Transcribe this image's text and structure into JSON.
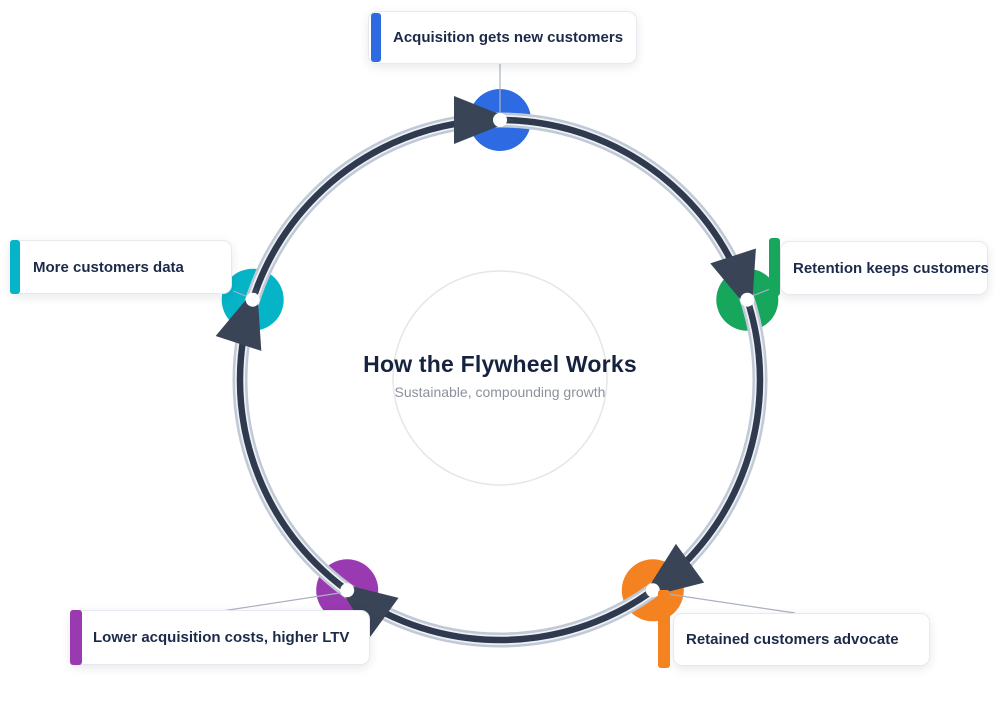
{
  "diagram": {
    "title": "How the Flywheel Works",
    "subtitle": "Sustainable, compounding growth"
  },
  "colors": {
    "ring_halo": "#c0c9d6",
    "ring_gap": "#eef1f6",
    "ring_core": "#2f3a4f",
    "arrow": "#394457",
    "leader_line": "#a9b2c0",
    "inner_circle": "#e3e6ea",
    "hub_dot": "#ffffff",
    "card_border": "#e7e9ee",
    "label_text": "#1c2a4a",
    "title_text": "#16233f",
    "subtitle_text": "#8b919b"
  },
  "nodes": [
    {
      "id": "acquisition",
      "label": "Acquisition gets new customers",
      "color": "#2e6be2"
    },
    {
      "id": "retention",
      "label": "Retention keeps customers",
      "color": "#17a75c"
    },
    {
      "id": "advocacy",
      "label": "Retained customers advocate",
      "color": "#f58220"
    },
    {
      "id": "ltv",
      "label": "Lower acquisition costs, higher LTV",
      "color": "#9a3ab1"
    },
    {
      "id": "data",
      "label": "More customers data",
      "color": "#06b4c8"
    }
  ]
}
